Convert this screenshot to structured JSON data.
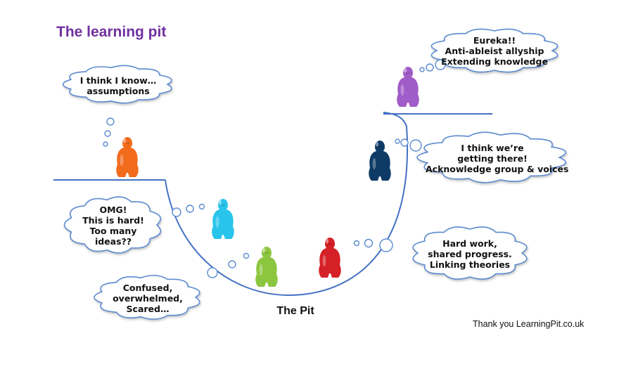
{
  "title": "The learning pit",
  "pit_label": "The Pit",
  "credit": "Thank you LearningPit.co.uk",
  "bubbles": {
    "start": {
      "lines": [
        "I think I know…",
        "assumptions"
      ]
    },
    "omg": {
      "lines": [
        "OMG!",
        "This is hard!",
        "Too many",
        "ideas??"
      ]
    },
    "confused": {
      "lines": [
        "Confused,",
        "overwhelmed,",
        "Scared…"
      ]
    },
    "hard_work": {
      "lines": [
        "Hard work,",
        "shared progress.",
        "Linking theories"
      ]
    },
    "getting_there": {
      "lines": [
        "I think we’re",
        "getting there!",
        "Acknowledge group & voices"
      ]
    },
    "eureka": {
      "lines": [
        "Eureka!!",
        "Anti-ableist allyship",
        "Extending knowledge"
      ]
    }
  },
  "figures": [
    {
      "name": "orange-figure",
      "color": "#f26b1d"
    },
    {
      "name": "cyan-figure",
      "color": "#29c4ec"
    },
    {
      "name": "green-figure",
      "color": "#8cc63f"
    },
    {
      "name": "red-figure",
      "color": "#d62027"
    },
    {
      "name": "navy-figure",
      "color": "#0d3b66"
    },
    {
      "name": "purple-figure",
      "color": "#a05cc8"
    }
  ],
  "colors": {
    "title": "#7030a0",
    "line": "#4472c4",
    "bubble_stroke": "#5b8bd0"
  }
}
